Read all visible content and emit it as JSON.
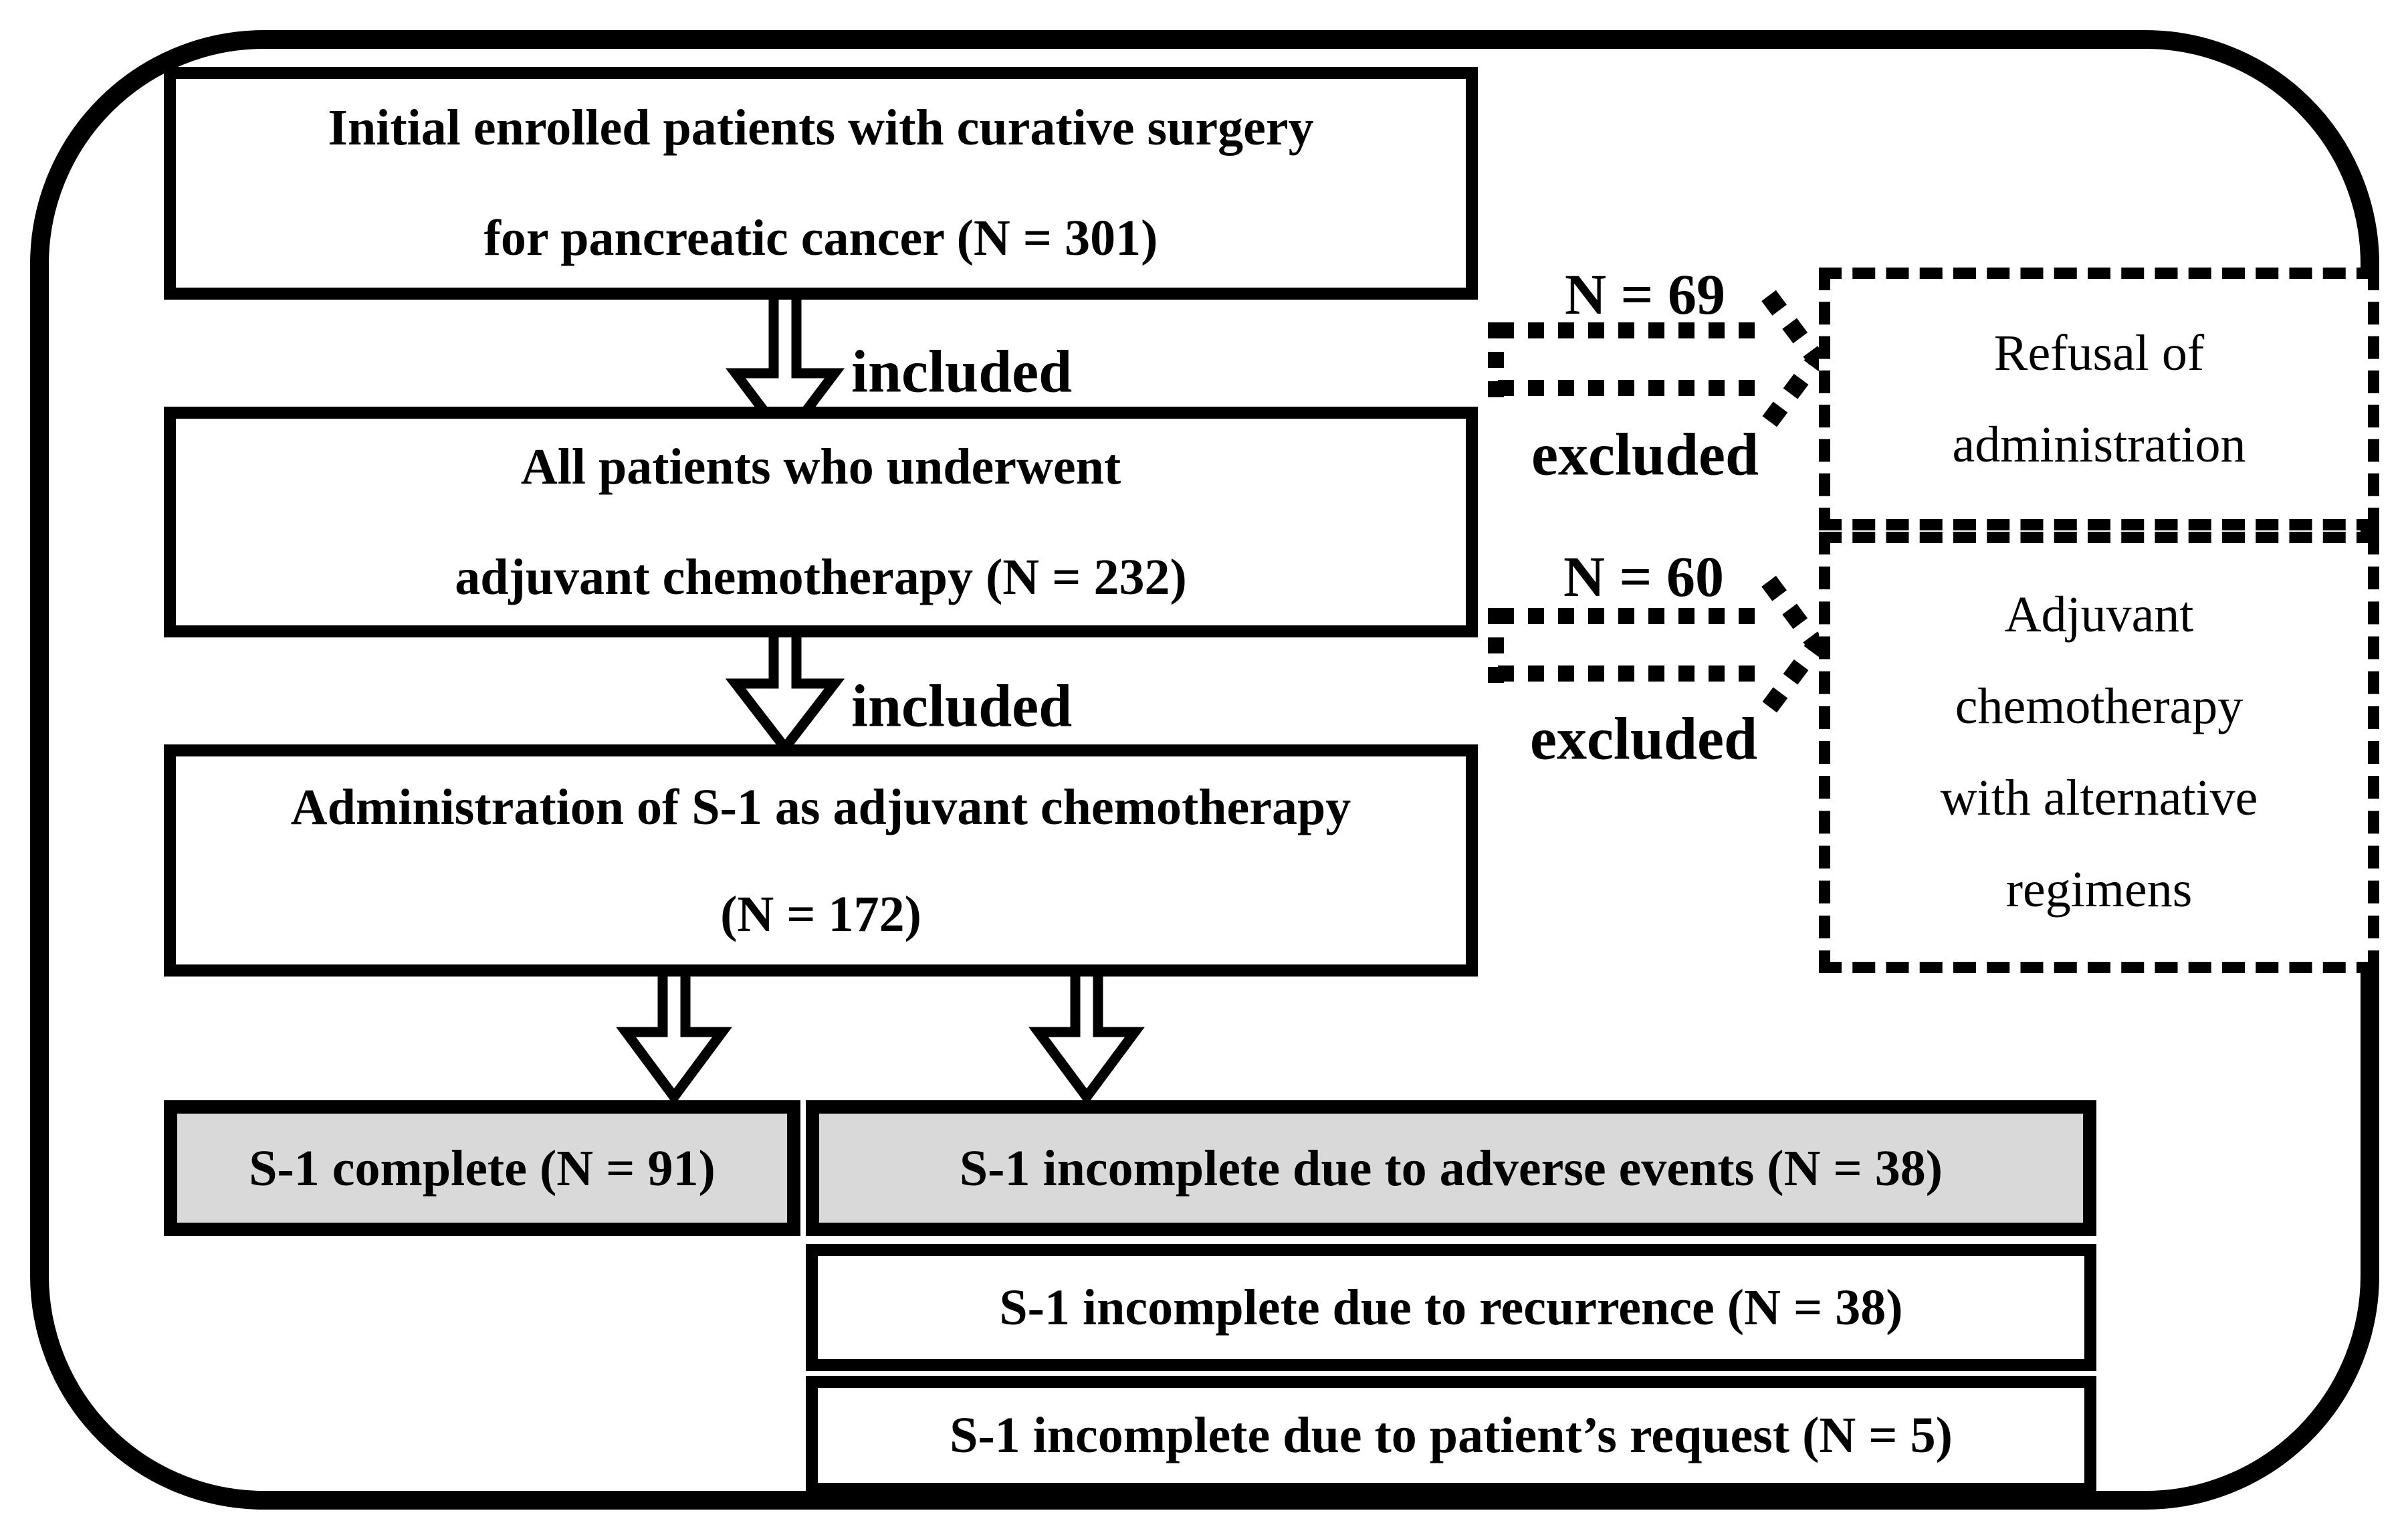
{
  "colors": {
    "line": "#000000",
    "background": "#ffffff",
    "shaded_box_fill": "#d9d9d9"
  },
  "flow": {
    "box1": {
      "line1": "Initial enrolled patients with curative surgery",
      "line2": "for pancreatic cancer (N = 301)"
    },
    "box2": {
      "line1": "All patients who underwent",
      "line2": "adjuvant chemotherapy (N = 232)"
    },
    "box3": {
      "line1": "Administration of S-1 as adjuvant chemotherapy",
      "line2": "(N = 172)"
    },
    "outcome_complete": "S-1 complete (N = 91)",
    "outcome_adverse": "S-1 incomplete due to adverse events (N = 38)",
    "outcome_recurrence": "S-1 incomplete due to recurrence (N = 38)",
    "outcome_request": "S-1 incomplete due to patient’s request (N = 5)"
  },
  "labels": {
    "included_1": "included",
    "included_2": "included",
    "excluded_1": "excluded",
    "excluded_2": "excluded",
    "n_excluded_1": "N = 69",
    "n_excluded_2": "N = 60"
  },
  "exclusion_boxes": {
    "refusal": {
      "line1": "Refusal of",
      "line2": "administration"
    },
    "alternative": {
      "line1": "Adjuvant",
      "line2": "chemotherapy",
      "line3": "with alternative",
      "line4": "regimens"
    }
  }
}
